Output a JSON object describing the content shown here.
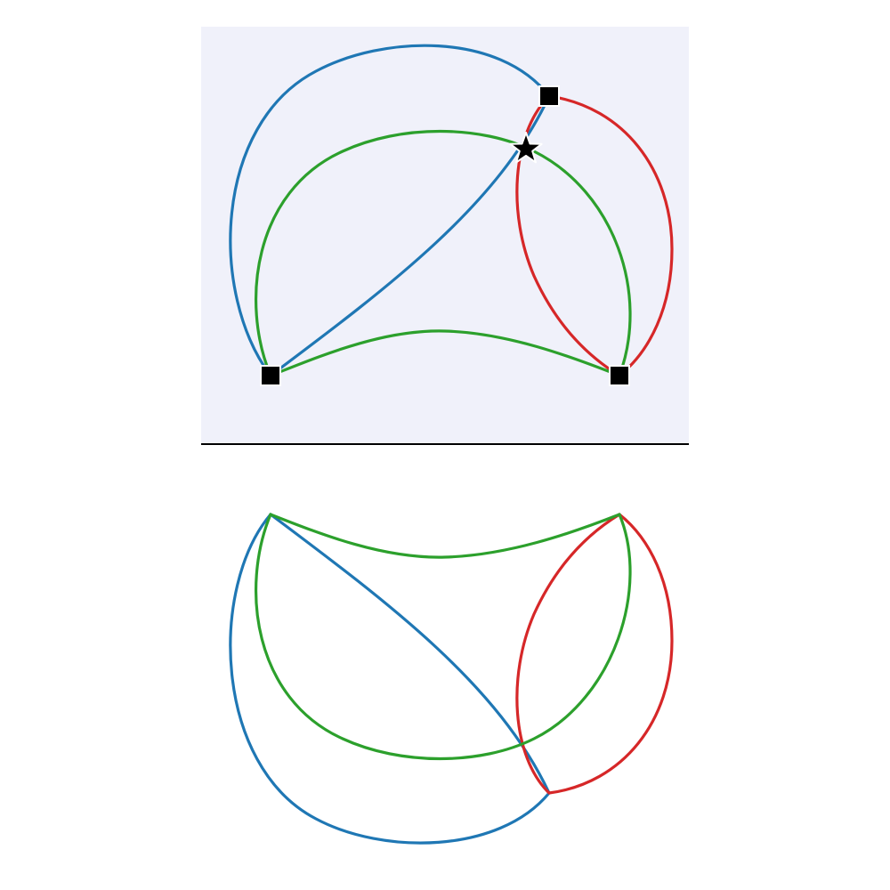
{
  "colors": {
    "panel_background": "#f0f1fa",
    "divider": "#000000",
    "blue": "#1f77b4",
    "red": "#d62728",
    "green": "#2ca02c",
    "marker_fill": "#000000",
    "marker_stroke": "#ffffff"
  },
  "top_panel": {
    "vertices": [
      {
        "id": "vertex-left",
        "shape": "square"
      },
      {
        "id": "vertex-right",
        "shape": "square"
      },
      {
        "id": "vertex-top",
        "shape": "square"
      }
    ],
    "special_point": {
      "id": "crossing-star",
      "shape": "star"
    },
    "curves": [
      {
        "id": "blue-outer-arc",
        "color": "blue"
      },
      {
        "id": "blue-inner-curve",
        "color": "blue"
      },
      {
        "id": "red-outer-arc",
        "color": "red"
      },
      {
        "id": "red-inner-arc",
        "color": "red"
      },
      {
        "id": "green-upper-arc",
        "color": "green"
      },
      {
        "id": "green-lower-arc",
        "color": "green"
      }
    ]
  },
  "bottom_panel": {
    "curves": [
      {
        "id": "blue-outer-arc",
        "color": "blue"
      },
      {
        "id": "blue-inner-curve",
        "color": "blue"
      },
      {
        "id": "red-outer-arc",
        "color": "red"
      },
      {
        "id": "red-inner-arc",
        "color": "red"
      },
      {
        "id": "green-lower-arc",
        "color": "green"
      },
      {
        "id": "green-upper-arc",
        "color": "green"
      }
    ]
  }
}
